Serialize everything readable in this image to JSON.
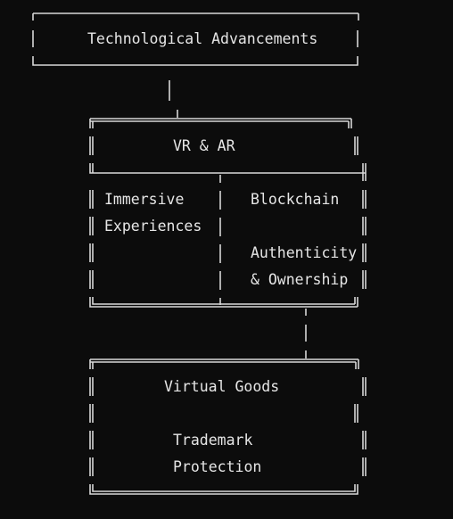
{
  "diagram": {
    "top_box": {
      "label": "Technological Advancements"
    },
    "middle_box": {
      "header": "VR & AR",
      "left_column": {
        "line1": "Immersive",
        "line2": "Experiences"
      },
      "right_column": {
        "line1": "Blockchain",
        "line2": "Authenticity",
        "line3": "& Ownership"
      }
    },
    "bottom_box": {
      "header": "Virtual Goods",
      "line1": "Trademark",
      "line2": "Protection"
    }
  },
  "colors": {
    "background": "#0c0c0c",
    "foreground": "#e6e6e6"
  }
}
